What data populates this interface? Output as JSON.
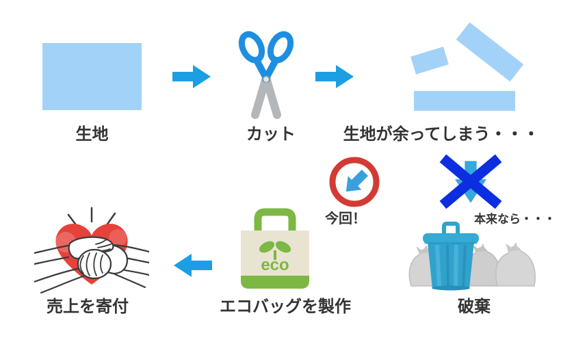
{
  "flow": {
    "steps_top": [
      {
        "label": "生地"
      },
      {
        "label": "カット"
      },
      {
        "label": "生地が余ってしまう・・・"
      }
    ],
    "branch": {
      "this_time": "今回！",
      "normally": "本来なら・・・"
    },
    "steps_bottom": [
      {
        "label": "破棄"
      },
      {
        "label": "エコバッグを製作",
        "bag_text": "eco"
      },
      {
        "label": "売上を寄付"
      }
    ]
  },
  "colors": {
    "arrow_blue": "#1b9fe2",
    "fabric_blue": "#a3d2f8",
    "scissor_blue": "#1e8fe0",
    "blade_gray": "#b4b7ba",
    "cross_blue": "#0c2ee0",
    "badge_red": "#d23b35",
    "badge_arrow_blue": "#39a0dd",
    "behind_arrow_blue": "#35a8dd",
    "eco_green": "#7cb843",
    "bag_cream": "#e9e4d2",
    "trash_blue": "#2fa3cd",
    "trash_lid_blue": "#35aad3",
    "bag_gray": "#d2d2d2",
    "heart_red": "#e6423a",
    "outline_dark": "#3a3a3a",
    "text_dark": "#333333"
  }
}
